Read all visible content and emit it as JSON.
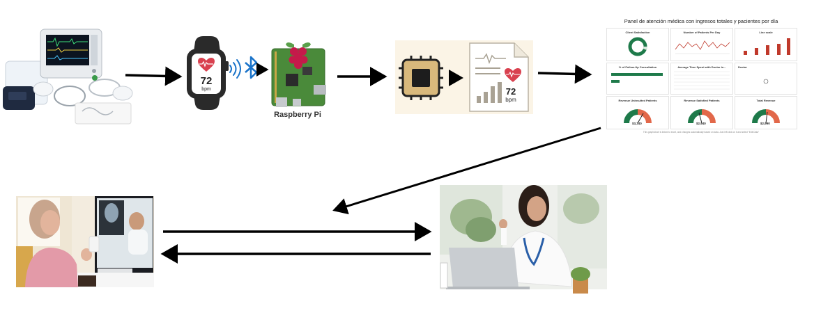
{
  "watch": {
    "bpm_value": "72",
    "bpm_unit": "bpm"
  },
  "raspberry_pi": {
    "label": "Raspberry Pi"
  },
  "report": {
    "bpm_value": "72",
    "bpm_unit": "bpm"
  },
  "dashboard": {
    "title": "Panel de atención médica con ingresos totales y pacientes por día",
    "cards": {
      "client_satisfaction": "Client Satisfaction",
      "patients_per_day": "Number of Patients Per Day",
      "line_scale": "Line scale",
      "pct_followup": "% of Follow-Up Consultation",
      "avg_time": "Average Time Spent with Doctor in...",
      "doctor": "Doctor",
      "revenue_uninsured": "Revenue Uninsulted Patients",
      "revenue_satisfied": "Revenue Satisfied Patients",
      "total_revenue": "Total Revenue"
    },
    "gauges": [
      "$3,340",
      "$2,940",
      "$2,990"
    ],
    "footer": "This graph/chart is linked to excel, and changes automatically based on data. Just left click on it and select \"Edit Data\""
  },
  "colors": {
    "arrow": "#000000",
    "bluetooth": "#1a73c9",
    "heart": "#d9414f",
    "dashboard_green": "#1e7a4a",
    "dashboard_red": "#c0392b",
    "chip": "#d9b97c",
    "pcb": "#4a8a3a"
  },
  "icons": [
    "patient-monitor-icon",
    "smartwatch-icon",
    "bluetooth-icon",
    "raspberry-pi-icon",
    "chip-icon",
    "report-document-icon",
    "heart-icon",
    "dashboard-image",
    "elderly-patient-photo",
    "doctor-photo"
  ]
}
